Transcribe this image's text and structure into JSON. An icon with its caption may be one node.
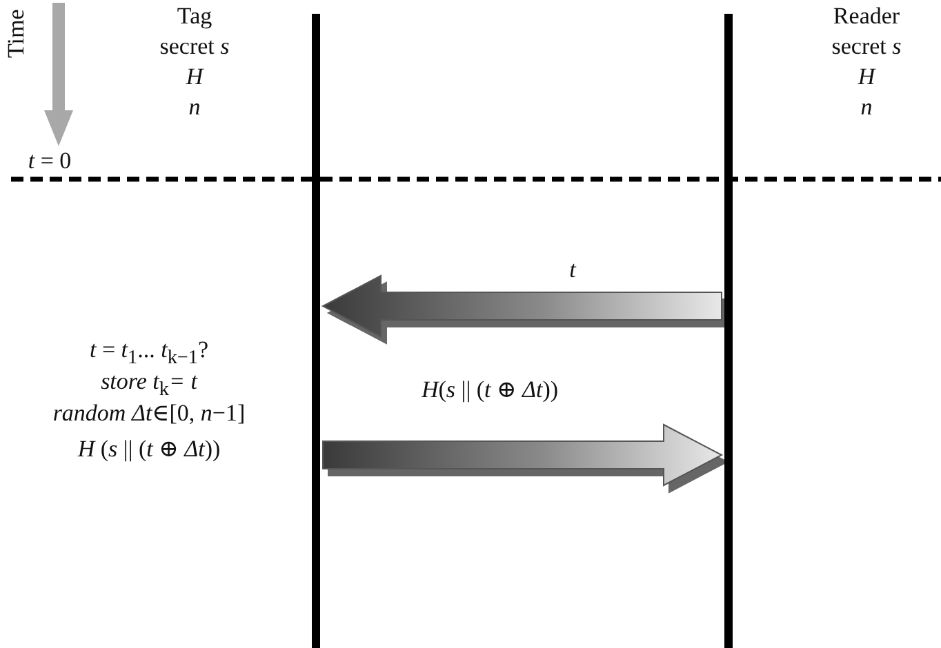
{
  "diagram": {
    "nodes": [
      {
        "text": [],
        "shape": "bar"
      },
      {
        "text": [],
        "shape": "bar"
      }
    ],
    "edges": [
      {
        "from": 1,
        "to": 0,
        "arrow": "to",
        "label": "*t*",
        "style": "thick"
      },
      {
        "from": 0,
        "to": 1,
        "arrow": "to",
        "label": "*H*(*s* || (*t* ⊕ *Δt*))",
        "style": "thick"
      }
    ],
    "labels": [
      "Time",
      "Tag",
      "secret *s*",
      "*H*",
      "*n*",
      "Reader",
      "secret *s*",
      "*H*",
      "*n*",
      "*t* = 0",
      "*t* = *t*$_{1}$... *t*$_{k−1}$?",
      "*store t*$_{k}$*= t*",
      "*random* *Δt*∈[0, *n*−1]",
      "*H* (*s* || (*t* ⊕ *Δt*))"
    ]
  }
}
